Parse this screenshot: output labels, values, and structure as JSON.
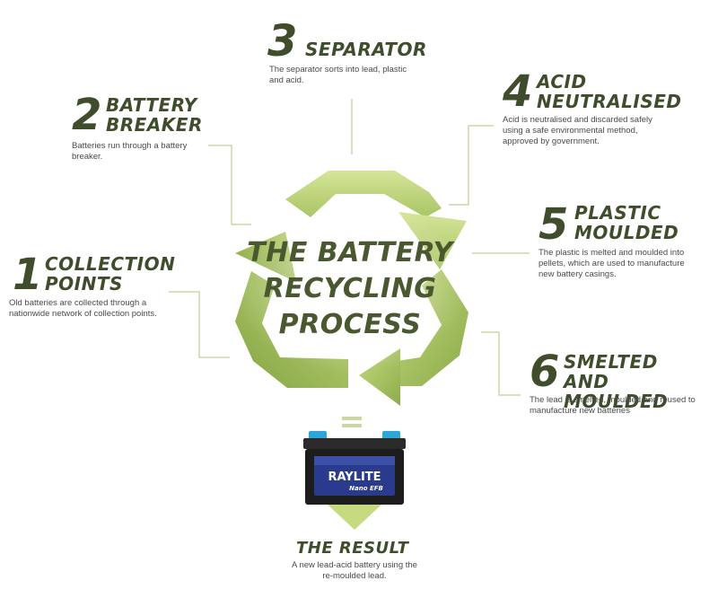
{
  "center_title": {
    "line1": "THE BATTERY",
    "line2": "RECYCLING",
    "line3": "PROCESS"
  },
  "steps": [
    {
      "number": "1",
      "title_line1": "COLLECTION",
      "title_line2": "POINTS",
      "desc_line1": "Old batteries are collected through a",
      "desc_line2": "nationwide network of collection points."
    },
    {
      "number": "2",
      "title_line1": "BATTERY",
      "title_line2": "BREAKER",
      "desc_line1": "Batteries run through a battery",
      "desc_line2": "breaker."
    },
    {
      "number": "3",
      "title_line1": "SEPARATOR",
      "desc_line1": "The separator sorts into lead, plastic",
      "desc_line2": "and acid."
    },
    {
      "number": "4",
      "title_line1": "ACID",
      "title_line2": "NEUTRALISED",
      "desc_line1": "Acid is neutralised and discarded safely",
      "desc_line2": "using a safe environmental method,",
      "desc_line3": "approved by government."
    },
    {
      "number": "5",
      "title_line1": "PLASTIC",
      "title_line2": "MOULDED",
      "desc_line1": "The plastic is melted and moulded into",
      "desc_line2": "pellets, which are used to manufacture",
      "desc_line3": "new battery casings."
    },
    {
      "number": "6",
      "title_line1": "SMELTED",
      "title_line2": "AND MOULDED",
      "desc_line1": "The lead is smelted, moulded and reused to",
      "desc_line2": "manufacture new batteries"
    }
  ],
  "battery": {
    "brand": "RAYLITE",
    "model": "Nano EFB"
  },
  "result": {
    "title": "THE RESULT",
    "desc_line1": "A new lead-acid battery using the",
    "desc_line2": "re-moulded lead."
  },
  "colors": {
    "recycle_light": "#c9dc85",
    "recycle_dark": "#8fae4f",
    "text_dark": "#3f4d2c",
    "connector": "#c7d6a0",
    "battery_body": "#1d1d1d",
    "battery_label": "#2a3a8c",
    "battery_terminal": "#2ea6d6"
  }
}
